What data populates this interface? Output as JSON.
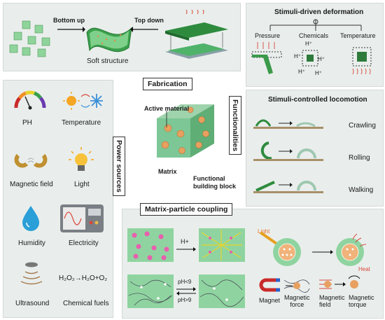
{
  "fabrication": {
    "bottom_up": "Bottom up",
    "top_down": "Top down",
    "soft_structure": "Soft structure",
    "title": "Fabrication"
  },
  "power_sources": {
    "title": "Power sources",
    "items": [
      "PH",
      "Temperature",
      "Magnetic field",
      "Light",
      "Humidity",
      "Electricity",
      "Ultrasound",
      "Chemical fuels"
    ],
    "chemical_formula": "H₂O₂→H₂O+O₂"
  },
  "center": {
    "active_material": "Active material",
    "matrix": "Matrix",
    "functional_block": "Functional\nbuilding block"
  },
  "functionalities": {
    "title": "Functionalities",
    "deformation_title": "Stimuli-driven deformation",
    "deformation_labels": [
      "Pressure",
      "Chemicals",
      "Temperature"
    ],
    "ion": "H⁺",
    "locomotion_title": "Stimuli-controlled locomotion",
    "locomotion_labels": [
      "Crawling",
      "Rolling",
      "Walking"
    ]
  },
  "coupling": {
    "title": "Matrix-particle coupling",
    "h_plus": "H+",
    "ph_low": "pH<9",
    "ph_high": "pH>9",
    "light": "Light",
    "heat": "Heat",
    "magnet": "Magnet",
    "magnetic_force": "Magnetic\nforce",
    "magnetic_field": "Magnetic\nfield",
    "magnetic_torque": "Magnetic\ntorque"
  },
  "colors": {
    "panel": "#e9eeec",
    "green": "#2e8b3e",
    "light_green": "#7cc58a",
    "orange": "#e7a35a",
    "ground": "#a8906a"
  }
}
